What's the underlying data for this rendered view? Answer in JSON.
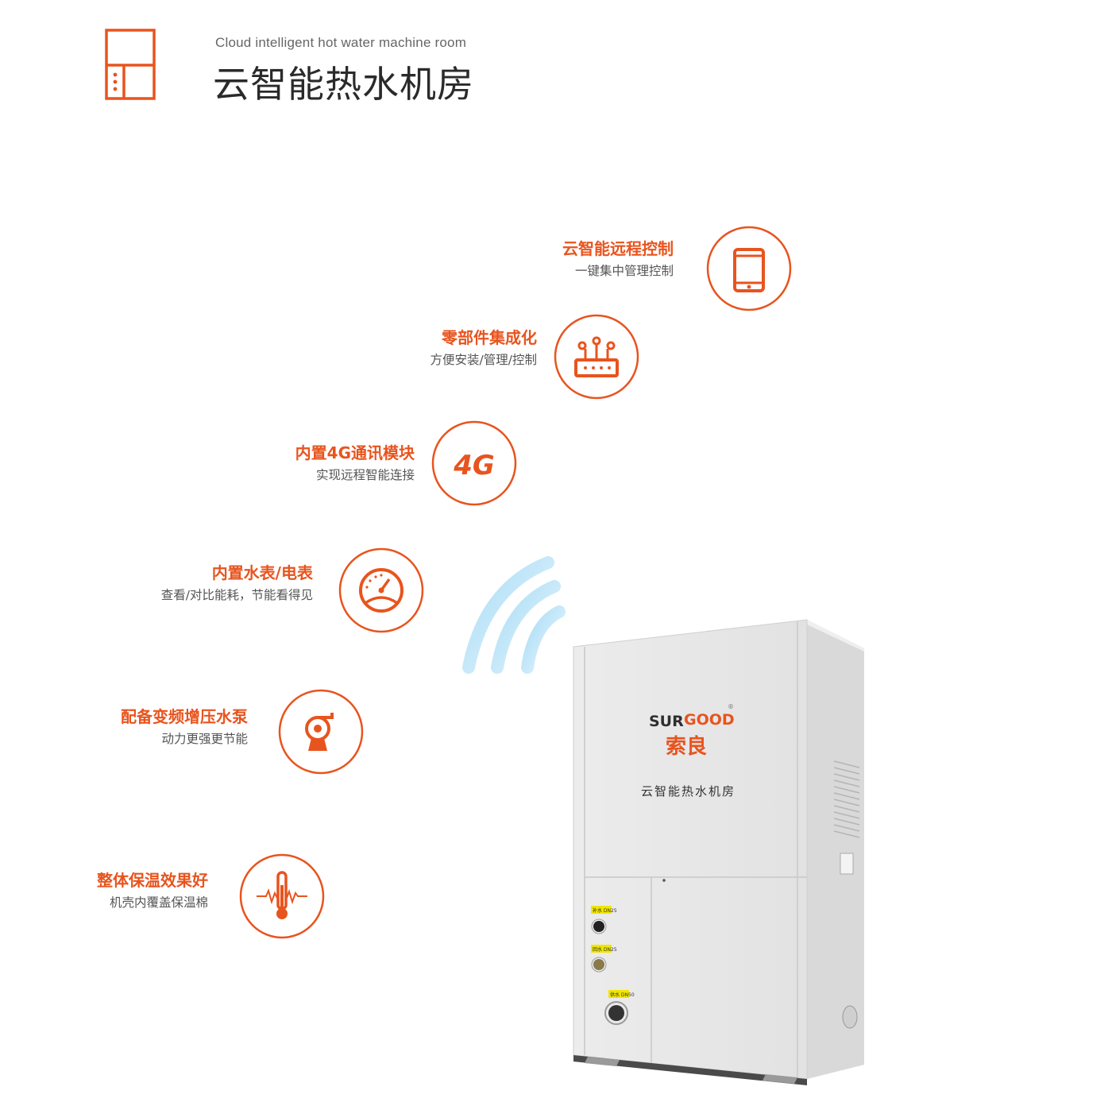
{
  "header": {
    "subtitle": "Cloud intelligent hot water machine room",
    "title": "云智能热水机房"
  },
  "accent_color": "#e8541e",
  "features": [
    {
      "title": "云智能远程控制",
      "desc": "一键集中管理控制",
      "icon": "smartphone-icon"
    },
    {
      "title": "零部件集成化",
      "desc": "方便安装/管理/控制",
      "icon": "router-icon"
    },
    {
      "title": "内置4G通讯模块",
      "desc": "实现远程智能连接",
      "icon": "4g-icon",
      "icon_text": "4G"
    },
    {
      "title": "内置水表/电表",
      "desc": "查看/对比能耗，节能看得见",
      "icon": "gauge-icon"
    },
    {
      "title": "配备变频增压水泵",
      "desc": "动力更强更节能",
      "icon": "pump-icon"
    },
    {
      "title": "整体保温效果好",
      "desc": "机壳内覆盖保温棉",
      "icon": "thermometer-icon"
    }
  ],
  "product": {
    "brand_en_a": "SUR",
    "brand_en_b": "GOOD",
    "registered": "®",
    "brand_cn": "索良",
    "label": "云智能热水机房",
    "port1": "补水 DN25",
    "port2": "回水 DN25",
    "port3": "供水 DN50"
  }
}
